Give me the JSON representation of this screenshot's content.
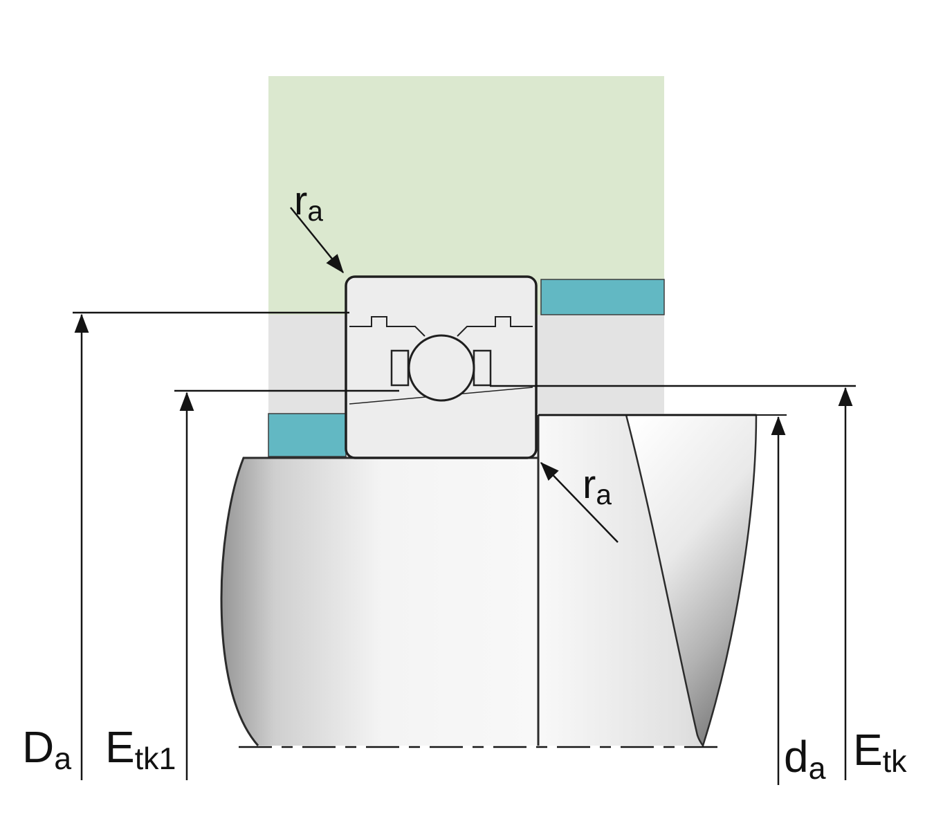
{
  "diagram": {
    "labels": {
      "Da": {
        "main": "D",
        "sub": "a"
      },
      "Etk1": {
        "main": "E",
        "sub": "tk1"
      },
      "ra_top": {
        "main": "r",
        "sub": "a"
      },
      "ra_bottom": {
        "main": "r",
        "sub": "a"
      },
      "da": {
        "main": "d",
        "sub": "a"
      },
      "Etk": {
        "main": "E",
        "sub": "tk"
      }
    },
    "colors": {
      "housing": "#dbe8cf",
      "spacer": "#62b8c3",
      "bore": "#e3e3e3",
      "bearing": "#ededed",
      "line": "#1a1a1a"
    }
  }
}
